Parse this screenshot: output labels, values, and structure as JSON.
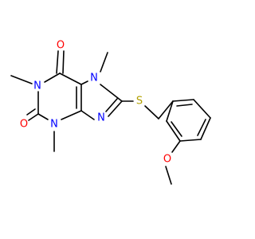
{
  "molecule": {
    "colors": {
      "bond": "#000000",
      "O": "#ff0000",
      "N": "#0000ff",
      "S": "#b2a100"
    },
    "atoms": {
      "O1": "O",
      "N1": "N",
      "O2": "O",
      "N3": "N",
      "N7": "N",
      "N9": "N",
      "S": "S",
      "OMe": "O"
    }
  }
}
